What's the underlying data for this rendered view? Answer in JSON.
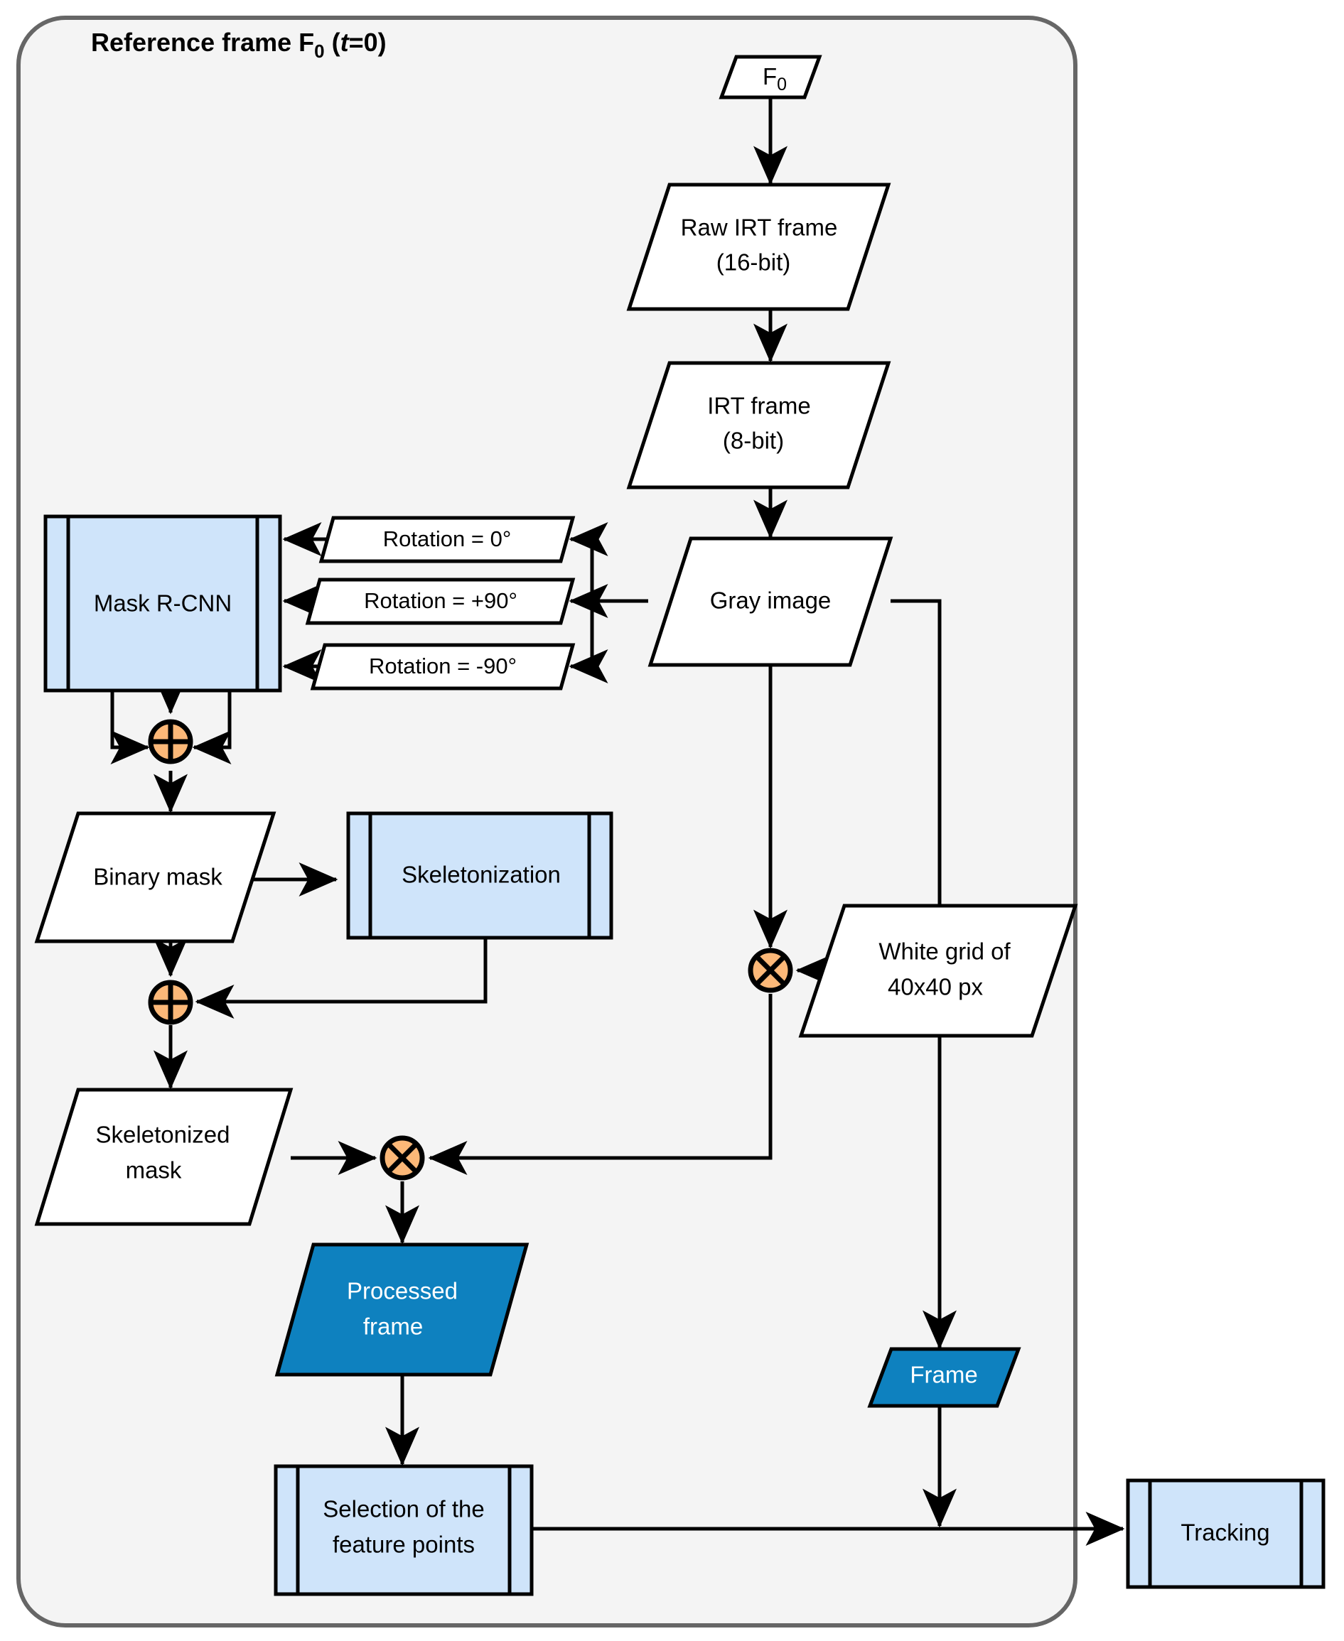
{
  "diagram": {
    "title_prefix": "Reference frame F",
    "title_sub": "0",
    "title_suffix_open": " (",
    "title_italic": "t",
    "title_suffix_close": "=0)"
  },
  "nodes": {
    "f0": {
      "label": "F",
      "sub": "0"
    },
    "raw_irt": {
      "line1": "Raw IRT frame",
      "line2": "(16-bit)"
    },
    "irt": {
      "line1": "IRT frame",
      "line2": "(8-bit)"
    },
    "gray": {
      "label": "Gray image"
    },
    "rot0": {
      "label": "Rotation = 0°"
    },
    "rot_plus90": {
      "label": "Rotation = +90°"
    },
    "rot_minus90": {
      "label": "Rotation = -90°"
    },
    "mask_rcnn": {
      "label": "Mask R-CNN"
    },
    "binary_mask": {
      "label": "Binary mask"
    },
    "skeletonization": {
      "label": "Skeletonization"
    },
    "skeletonized_mask": {
      "line1": "Skeletonized",
      "line2": "mask"
    },
    "white_grid": {
      "line1": "White grid of",
      "line2": "40x40 px"
    },
    "processed_frame": {
      "line1": "Processed",
      "line2": "frame"
    },
    "frame": {
      "label": "Frame"
    },
    "selection": {
      "line1": "Selection of the",
      "line2": "feature points"
    },
    "tracking": {
      "label": "Tracking"
    },
    "sum_top": {
      "icon": "plus-junction-icon"
    },
    "sum_mid": {
      "icon": "plus-junction-icon"
    },
    "mul_right": {
      "icon": "times-junction-icon"
    },
    "mul_bottom": {
      "icon": "times-junction-icon"
    }
  },
  "colors": {
    "container_bg": "#f4f4f4",
    "container_border": "#666666",
    "process_fill": "#cfe4fa",
    "data_fill": "#ffffff",
    "highlight_fill": "#0e81bf",
    "junction_fill": "#fcb878",
    "stroke": "#000000"
  }
}
